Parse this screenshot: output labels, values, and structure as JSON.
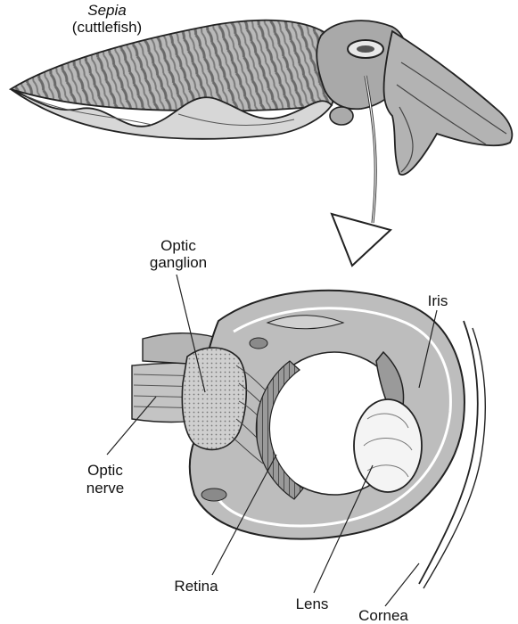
{
  "species": {
    "genus": "Sepia",
    "common": "(cuttlefish)"
  },
  "labels": {
    "optic_ganglion_l1": "Optic",
    "optic_ganglion_l2": "ganglion",
    "iris": "Iris",
    "optic_nerve_l1": "Optic",
    "optic_nerve_l2": "nerve",
    "retina": "Retina",
    "lens": "Lens",
    "cornea": "Cornea"
  }
}
